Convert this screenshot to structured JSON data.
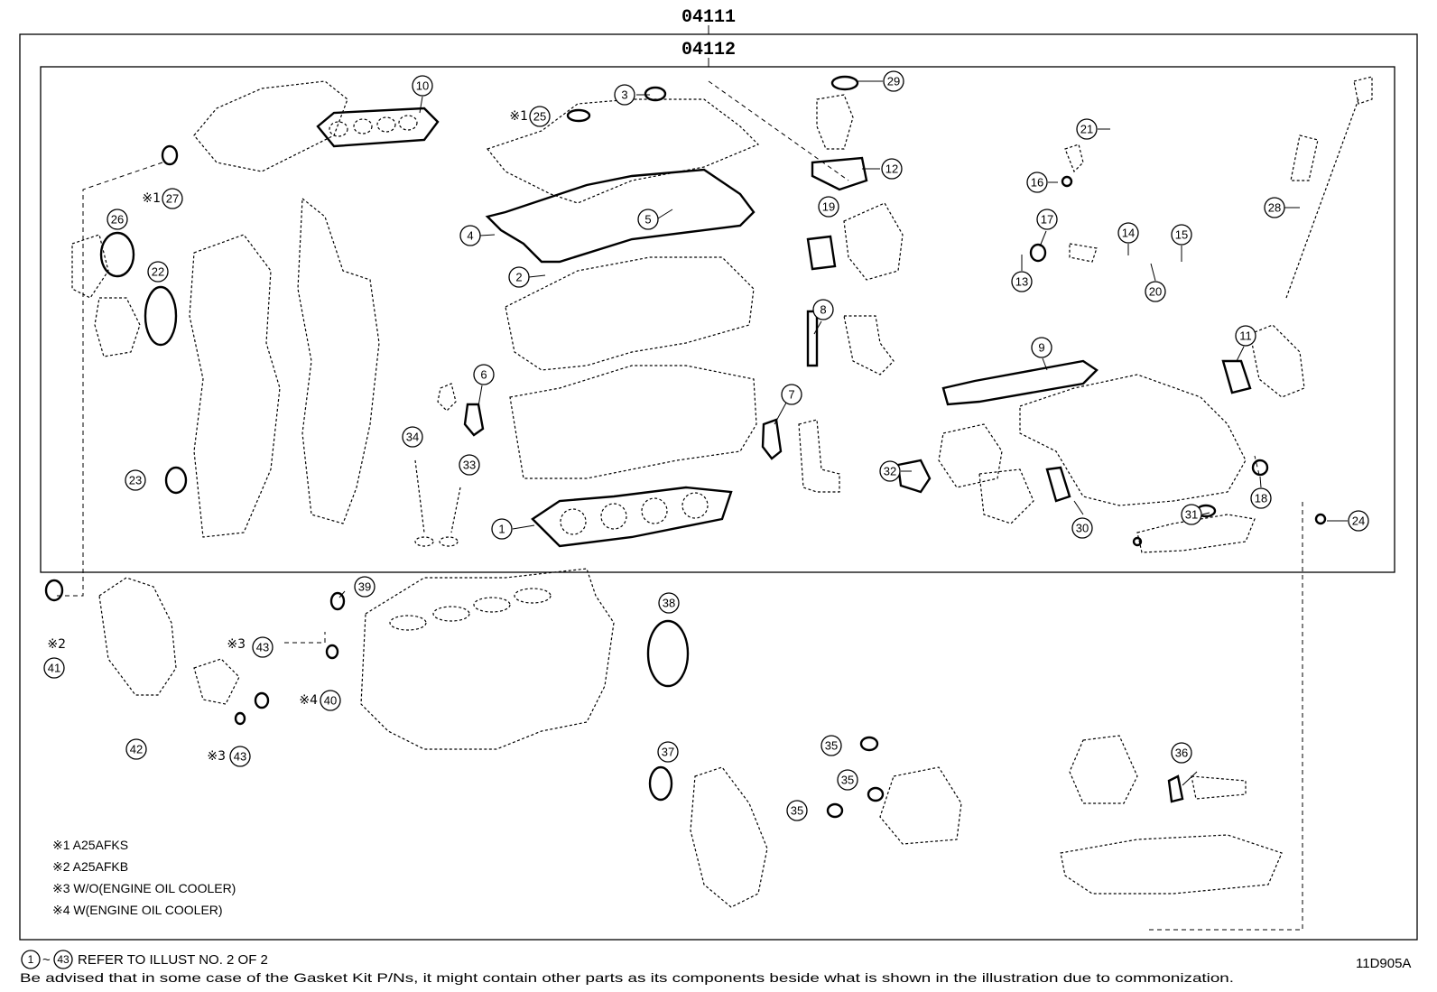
{
  "kit_codes": {
    "outer": "04111",
    "inner": "04112"
  },
  "callouts": [
    {
      "n": "1",
      "mark": ""
    },
    {
      "n": "2",
      "mark": ""
    },
    {
      "n": "3",
      "mark": ""
    },
    {
      "n": "4",
      "mark": ""
    },
    {
      "n": "5",
      "mark": ""
    },
    {
      "n": "6",
      "mark": ""
    },
    {
      "n": "7",
      "mark": ""
    },
    {
      "n": "8",
      "mark": ""
    },
    {
      "n": "9",
      "mark": ""
    },
    {
      "n": "10",
      "mark": ""
    },
    {
      "n": "11",
      "mark": ""
    },
    {
      "n": "12",
      "mark": ""
    },
    {
      "n": "13",
      "mark": ""
    },
    {
      "n": "14",
      "mark": ""
    },
    {
      "n": "15",
      "mark": ""
    },
    {
      "n": "16",
      "mark": ""
    },
    {
      "n": "17",
      "mark": ""
    },
    {
      "n": "18",
      "mark": ""
    },
    {
      "n": "19",
      "mark": ""
    },
    {
      "n": "20",
      "mark": ""
    },
    {
      "n": "21",
      "mark": ""
    },
    {
      "n": "22",
      "mark": ""
    },
    {
      "n": "23",
      "mark": ""
    },
    {
      "n": "24",
      "mark": ""
    },
    {
      "n": "25",
      "mark": "※1"
    },
    {
      "n": "26",
      "mark": ""
    },
    {
      "n": "27",
      "mark": "※1"
    },
    {
      "n": "28",
      "mark": ""
    },
    {
      "n": "29",
      "mark": ""
    },
    {
      "n": "30",
      "mark": ""
    },
    {
      "n": "31",
      "mark": ""
    },
    {
      "n": "32",
      "mark": ""
    },
    {
      "n": "33",
      "mark": ""
    },
    {
      "n": "34",
      "mark": ""
    },
    {
      "n": "35",
      "mark": ""
    },
    {
      "n": "35",
      "mark": ""
    },
    {
      "n": "35",
      "mark": ""
    },
    {
      "n": "36",
      "mark": ""
    },
    {
      "n": "37",
      "mark": ""
    },
    {
      "n": "38",
      "mark": ""
    },
    {
      "n": "39",
      "mark": ""
    },
    {
      "n": "40",
      "mark": "※4"
    },
    {
      "n": "41",
      "mark": "※2"
    },
    {
      "n": "42",
      "mark": ""
    },
    {
      "n": "43",
      "mark": "※3"
    },
    {
      "n": "43",
      "mark": "※3"
    }
  ],
  "legend": [
    "※1 A25AFKS",
    "※2 A25AFKB",
    "※3 W/O(ENGINE OIL COOLER)",
    "※4 W(ENGINE OIL COOLER)"
  ],
  "footer": {
    "range_start": "1",
    "range_sep": "~",
    "range_end": "43",
    "range_text": "REFER TO ILLUST NO. 2 OF 2",
    "disclaimer": "Be advised that in some case of the Gasket Kit P/Ns,  it might contain other parts as its components beside what is shown in the illustration due to commonization.",
    "illustration_id": "11D905A"
  }
}
